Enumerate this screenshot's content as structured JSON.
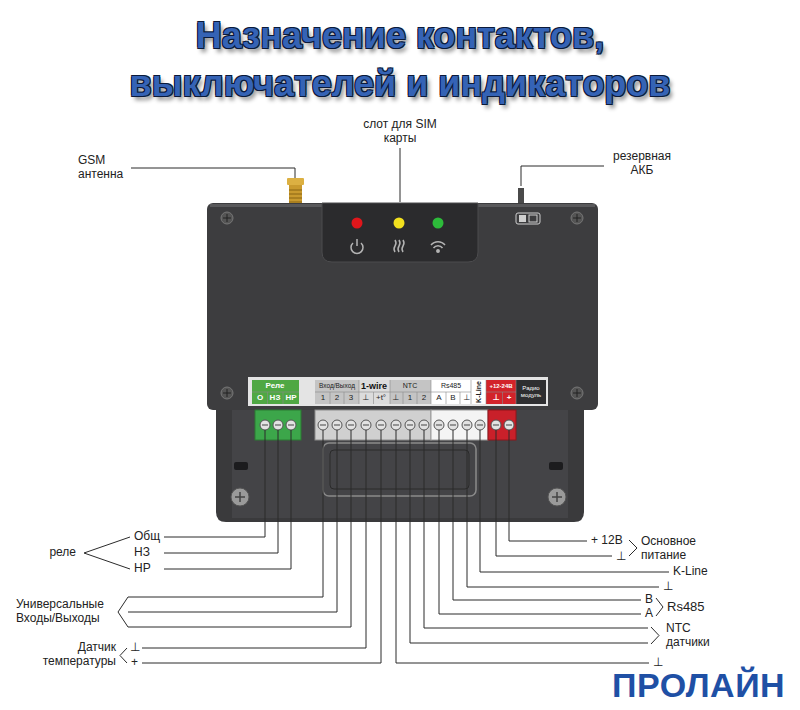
{
  "diagram": {
    "title": "Назначение контактов, выключателей и индикаторов",
    "labels": [
      "GSM антенна",
      "слот для SIM карты",
      "резервная АКБ",
      "Реле",
      "О",
      "НЗ",
      "НР",
      "Вход/Выход",
      "1",
      "2",
      "3",
      "1-wire",
      "⊥",
      "+t°",
      "NTC",
      "⊥",
      "1",
      "2",
      "Rs485",
      "A",
      "B",
      "⊥",
      "K-Line",
      "+12-24В",
      "⊥",
      "+",
      "Радио модуль",
      "реле",
      "Общ",
      "НЗ",
      "НР",
      "Универсальные Входы/Выходы",
      "Датчик температуры",
      "⊥",
      "+",
      "+ 12В",
      "Основное питание",
      "⊥",
      "K-Line",
      "⊥",
      "B",
      "A",
      "Rs485",
      "NTC датчики",
      "⊥",
      "ПРОЛАЙН"
    ]
  }
}
